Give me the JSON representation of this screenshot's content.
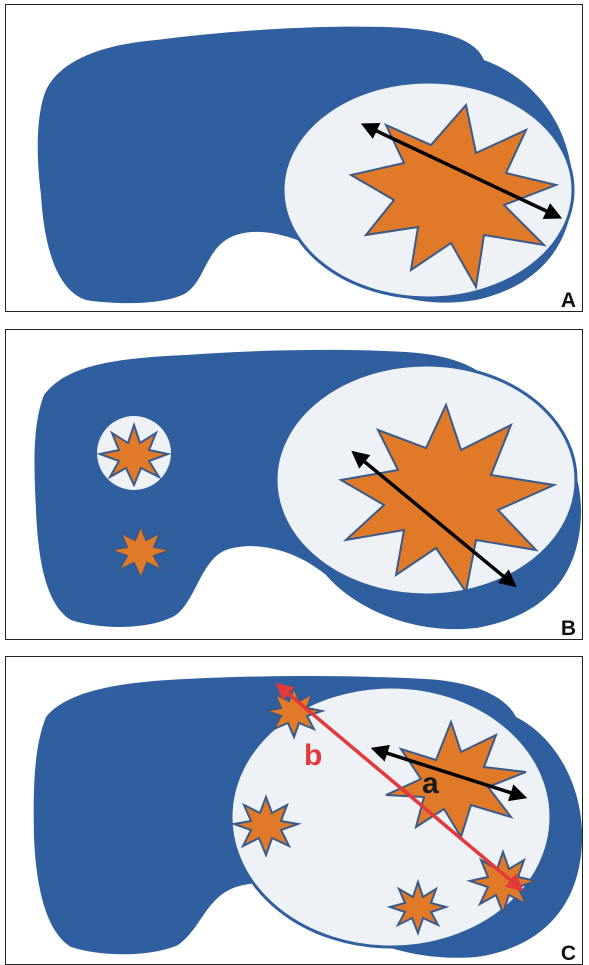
{
  "colors": {
    "organ": "#2f5f9e",
    "lesion_background": "#eef1f6",
    "tumor": "#e07a28",
    "measurement_a": "#000000",
    "measurement_b": "#e23a3a"
  },
  "panels": [
    {
      "label": "A",
      "icons": [
        "organ-shape",
        "cystic-lesion",
        "solid-tumor-star",
        "double-arrow"
      ]
    },
    {
      "label": "B",
      "icons": [
        "organ-shape",
        "cystic-lesion",
        "solid-tumor-star",
        "small-cyst",
        "satellite-nodule",
        "double-arrow"
      ]
    },
    {
      "label": "C",
      "icons": [
        "organ-shape",
        "cystic-lesion",
        "solid-tumor-star",
        "satellite-nodule",
        "double-arrow"
      ],
      "measurement_labels": {
        "a": "a",
        "b": "b"
      }
    }
  ]
}
